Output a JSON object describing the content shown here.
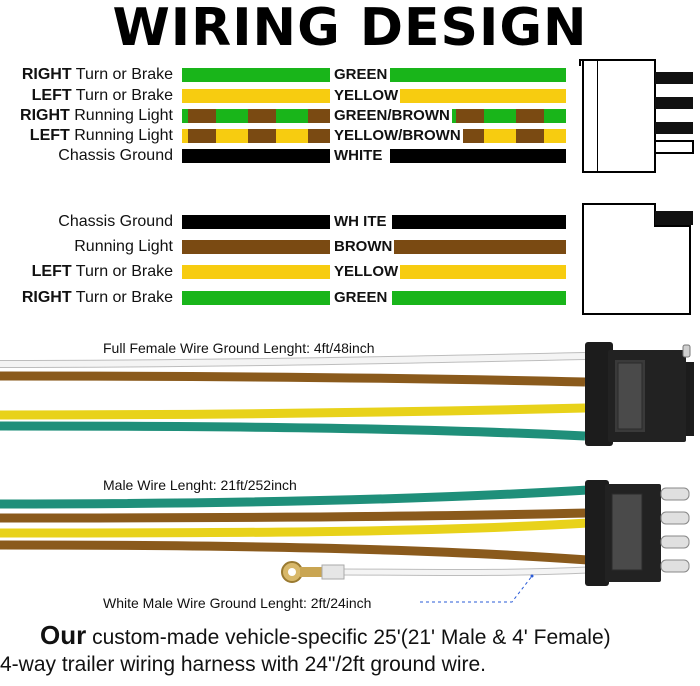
{
  "title": "WIRING DESIGN",
  "flat_connector_5way": {
    "rows": [
      {
        "side": "RIGHT",
        "text": "Turn or Brake",
        "wire": "GREEN",
        "color": "#19b51a",
        "stripe": null
      },
      {
        "side": "LEFT",
        "text": "Turn or Brake",
        "wire": "YELLOW",
        "color": "#f7cc10",
        "stripe": null
      },
      {
        "side": "RIGHT",
        "text": "Running Light",
        "wire": "GREEN/BROWN",
        "color": "#19b51a",
        "stripe": "#7a4a12"
      },
      {
        "side": "LEFT",
        "text": "Running Light",
        "wire": "YELLOW/BROWN",
        "color": "#f7cc10",
        "stripe": "#7a4a12"
      },
      {
        "side": "",
        "text": "Chassis Ground",
        "wire": "WHITE",
        "color": "#000000",
        "stripe": null
      }
    ]
  },
  "flat_connector_4way": {
    "rows": [
      {
        "side": "",
        "text": "Chassis Ground",
        "wire": "WH ITE",
        "color": "#000000"
      },
      {
        "side": "",
        "text": "Running Light",
        "wire": "BROWN",
        "color": "#7a4a12"
      },
      {
        "side": "LEFT",
        "text": "Turn or Brake",
        "wire": "YELLOW",
        "color": "#f7cc10"
      },
      {
        "side": "RIGHT",
        "text": "Turn or Brake",
        "wire": "GREEN",
        "color": "#19b51a"
      }
    ]
  },
  "harness": {
    "female_caption": "Full Female Wire Ground Lenght: 4ft/48inch",
    "male_caption": "Male Wire Lenght: 21ft/252inch",
    "ground_caption": "White Male Wire Ground Lenght: 2ft/24inch",
    "wire_colors": {
      "white": "#f2f2f2",
      "brown": "#8a5a1c",
      "yellow": "#e8d21a",
      "green": "#1f8f7a",
      "connector": "#1c1c1c"
    }
  },
  "footer": {
    "bold": "Our",
    "line1": " custom-made vehicle-specific 25'(21' Male & 4' Female)",
    "line2": "4-way trailer wiring harness with 24\"/2ft ground wire."
  }
}
